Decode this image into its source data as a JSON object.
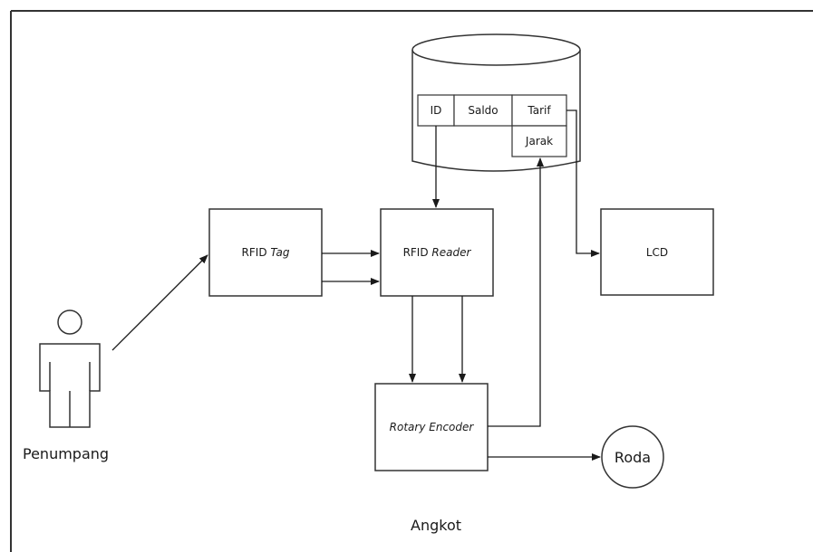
{
  "diagram": {
    "database": {
      "fields": {
        "id": "ID",
        "saldo": "Saldo",
        "tarif": "Tarif",
        "jarak": "Jarak"
      }
    },
    "nodes": {
      "rfid_tag": {
        "prefix": "RFID",
        "suffix": "Tag"
      },
      "rfid_reader": {
        "prefix": "RFID",
        "suffix": "Reader"
      },
      "lcd": {
        "label": "LCD"
      },
      "rotary_encoder": {
        "label": "Rotary Encoder"
      },
      "roda": {
        "label": "Roda"
      },
      "penumpang": {
        "label": "Penumpang"
      }
    },
    "container_label": "Angkot"
  }
}
